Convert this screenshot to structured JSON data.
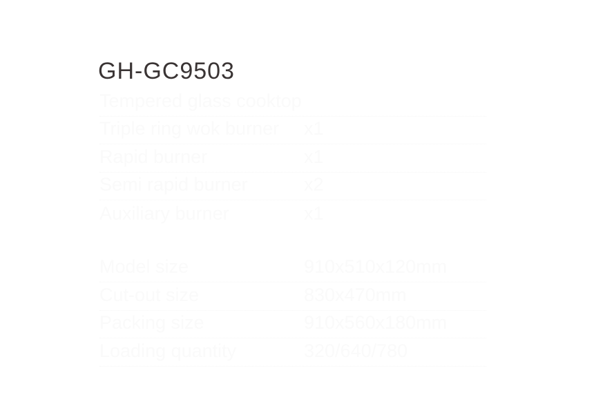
{
  "title": "GH-GC9503",
  "features": [
    {
      "label": "Tempered glass cooktop",
      "value": ""
    },
    {
      "label": "Triple ring wok burner",
      "value": "x1"
    },
    {
      "label": "Rapid burner",
      "value": "x1"
    },
    {
      "label": "Semi rapid burner",
      "value": "x2"
    },
    {
      "label": "Auxiliary burner",
      "value": "x1"
    }
  ],
  "dimensions": [
    {
      "label": "Model size",
      "value": "910x510x120mm"
    },
    {
      "label": "Cut-out size",
      "value": "830x470mm"
    },
    {
      "label": "Packing size",
      "value": "910x560x180mm"
    },
    {
      "label": "Loading quantity",
      "value": "320/640/780"
    }
  ]
}
